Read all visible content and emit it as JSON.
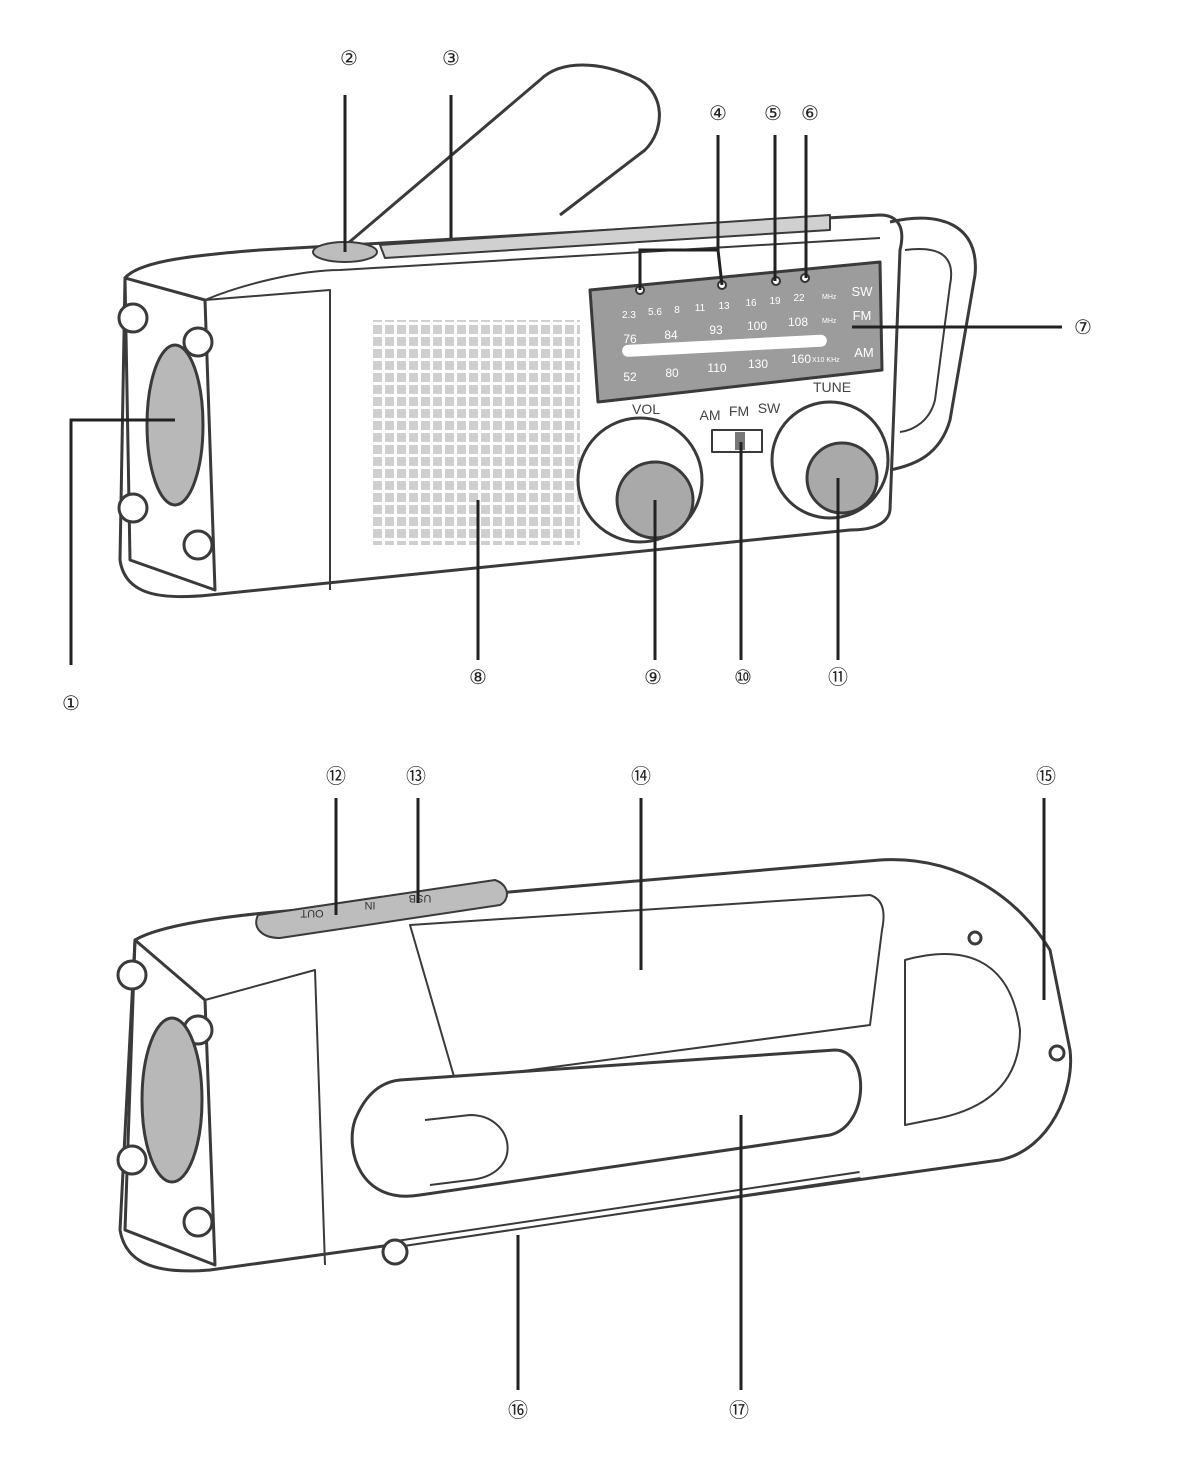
{
  "callouts": [
    "①",
    "②",
    "③",
    "④",
    "⑤",
    "⑥",
    "⑦",
    "⑧",
    "⑨",
    "⑩",
    "⑪",
    "⑫",
    "⑬",
    "⑭",
    "⑮",
    "⑯",
    "⑰"
  ],
  "dial": {
    "sw_ticks": [
      "2.3",
      "5.6",
      "8",
      "11",
      "13",
      "16",
      "19",
      "22"
    ],
    "sw_unit": "MHz",
    "fm_ticks": [
      "76",
      "84",
      "93",
      "100",
      "108"
    ],
    "fm_unit": "MHz",
    "am_ticks": [
      "52",
      "80",
      "110",
      "130",
      "160"
    ],
    "am_unit": "X10 KHz",
    "bands": [
      "SW",
      "FM",
      "AM"
    ]
  },
  "controls": {
    "vol_label": "VOL",
    "tune_label": "TUNE",
    "band_switch": [
      "AM",
      "FM",
      "SW"
    ]
  },
  "ports": [
    "OUT",
    "IN",
    "USB"
  ]
}
